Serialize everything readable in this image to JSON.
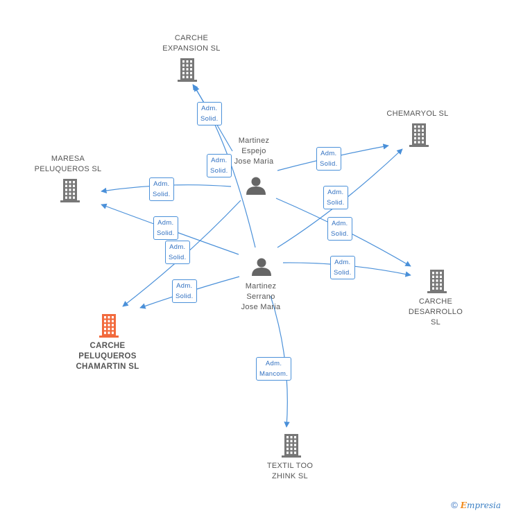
{
  "colors": {
    "edge": "#4a90d9",
    "company": "#777777",
    "company_highlight": "#f26a3d",
    "person": "#666666",
    "label_text": "#2f6fc0"
  },
  "nodes": {
    "carche_expansion": {
      "type": "company",
      "icon": "building-icon",
      "lines": [
        "CARCHE",
        "EXPANSION  SL"
      ]
    },
    "chemaryol": {
      "type": "company",
      "icon": "building-icon",
      "lines": [
        "CHEMARYOL SL"
      ]
    },
    "maresa": {
      "type": "company",
      "icon": "building-icon",
      "lines": [
        "MARESA",
        "PELUQUEROS SL"
      ]
    },
    "carche_desarrollo": {
      "type": "company",
      "icon": "building-icon",
      "lines": [
        "CARCHE",
        "DESARROLLO",
        "SL"
      ]
    },
    "carche_peluqueros": {
      "type": "company",
      "icon": "building-icon",
      "highlight": true,
      "lines": [
        "CARCHE",
        "PELUQUEROS",
        "CHAMARTIN SL"
      ]
    },
    "textil_too": {
      "type": "company",
      "icon": "building-icon",
      "lines": [
        "TEXTIL TOO",
        "ZHINK SL"
      ]
    },
    "martinez_espejo": {
      "type": "person",
      "icon": "person-icon",
      "lines": [
        "Martinez",
        "Espejo",
        "Jose Maria"
      ]
    },
    "martinez_serrano": {
      "type": "person",
      "icon": "person-icon",
      "lines": [
        "Martinez",
        "Serrano",
        "Jose Maria"
      ]
    }
  },
  "edges": [
    {
      "from": "martinez_serrano",
      "to": "carche_expansion",
      "label": [
        "Adm.",
        "Solid."
      ]
    },
    {
      "from": "martinez_espejo",
      "to": "carche_expansion",
      "label": [
        "Adm.",
        "Solid."
      ]
    },
    {
      "from": "martinez_espejo",
      "to": "chemaryol",
      "label": [
        "Adm.",
        "Solid."
      ]
    },
    {
      "from": "martinez_serrano",
      "to": "chemaryol",
      "label": [
        "Adm.",
        "Solid."
      ]
    },
    {
      "from": "martinez_espejo",
      "to": "maresa",
      "label": [
        "Adm.",
        "Solid."
      ]
    },
    {
      "from": "martinez_serrano",
      "to": "maresa",
      "label": [
        "Adm.",
        "Solid."
      ]
    },
    {
      "from": "martinez_espejo",
      "to": "carche_peluqueros",
      "label": [
        "Adm.",
        "Solid."
      ]
    },
    {
      "from": "martinez_serrano",
      "to": "carche_peluqueros",
      "label": [
        "Adm.",
        "Solid."
      ]
    },
    {
      "from": "martinez_espejo",
      "to": "carche_desarrollo",
      "label": [
        "Adm.",
        "Solid."
      ]
    },
    {
      "from": "martinez_serrano",
      "to": "carche_desarrollo",
      "label": [
        "Adm.",
        "Solid."
      ]
    },
    {
      "from": "martinez_serrano",
      "to": "textil_too",
      "label": [
        "Adm.",
        "Mancom."
      ]
    }
  ],
  "footer": {
    "copyright": "©",
    "brand_first": "E",
    "brand_rest": "mpresia"
  }
}
